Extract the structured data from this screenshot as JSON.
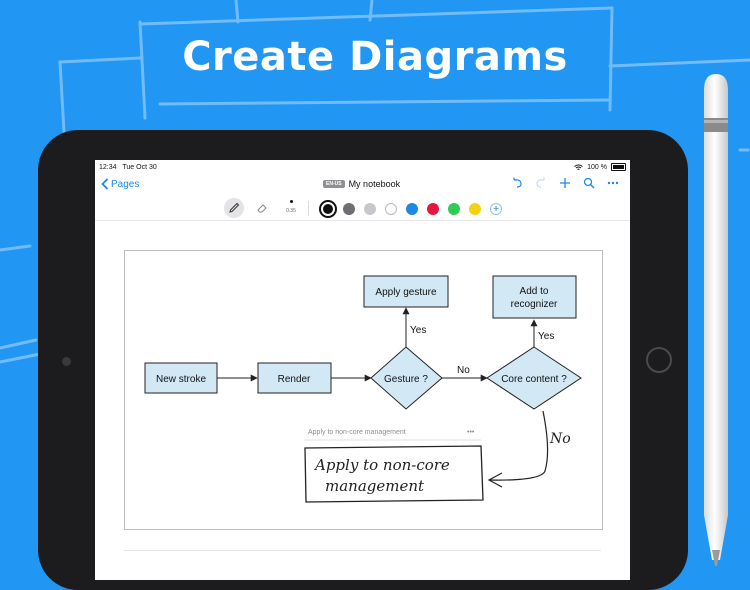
{
  "headline": "Create Diagrams",
  "status": {
    "time": "12:34",
    "date": "Tue Oct 30",
    "battery": "100 %"
  },
  "nav": {
    "back_label": "Pages",
    "lang_badge": "EN-US",
    "notebook_title": "My notebook"
  },
  "toolbar": {
    "thickness": "0.35"
  },
  "colors": {
    "accent": "#1e88e5",
    "background": "#2196f3",
    "shape_fill": "#d2e8f5"
  },
  "palette": [
    "#111111",
    "#6e6e73",
    "#c7c7cc",
    "#ffffff",
    "#1e88e5",
    "#e5173f",
    "#2ecc55",
    "#f5d20f"
  ],
  "diagram": {
    "new_stroke": "New stroke",
    "render": "Render",
    "gesture": "Gesture ?",
    "apply_gesture": "Apply gesture",
    "core_content": "Core content ?",
    "add_to": "Add to",
    "recognizer": "recognizer",
    "yes_left": "Yes",
    "yes_right": "Yes",
    "no_edge": "No",
    "no_handwritten": "No",
    "recognition_hint": "Apply to non-core management",
    "hint_more": "•••",
    "handwritten_line1": "Apply to non-core",
    "handwritten_line2": "management"
  }
}
